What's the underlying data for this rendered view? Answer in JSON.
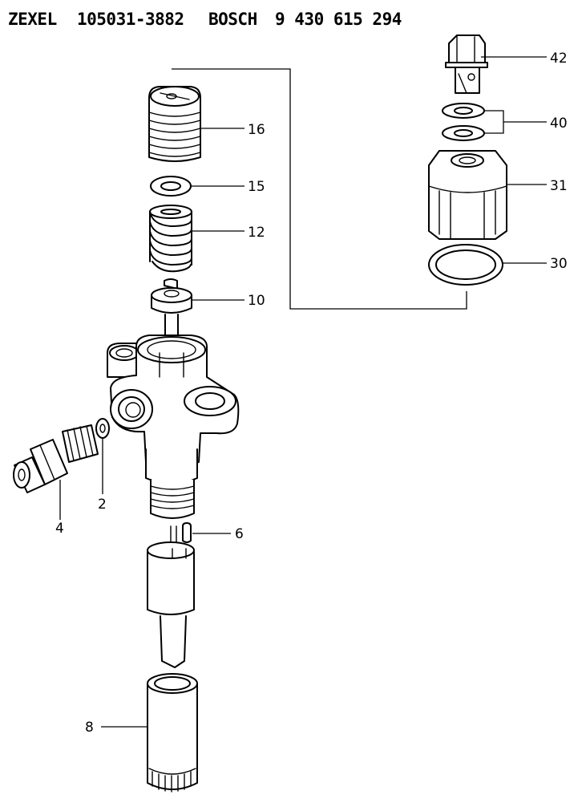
{
  "header": {
    "brand1": "ZEXEL",
    "part1": "105031-3882",
    "brand2": "BOSCH",
    "part2": "9 430 615 294"
  },
  "labels": {
    "p42": "42",
    "p40": "40",
    "p31": "31",
    "p30": "30",
    "p16": "16",
    "p15": "15",
    "p12": "12",
    "p10": "10",
    "p6": "6",
    "p4": "4",
    "p2": "2",
    "p8": "8"
  }
}
